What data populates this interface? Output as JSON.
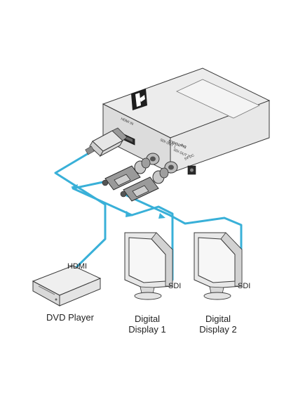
{
  "diagram": {
    "device": {
      "port_hdmi_in": "HDMI IN",
      "port_sdi_out_1": "SDI OUT 1",
      "port_sdi_out_2": "SDI OUT 2",
      "port_power": "5V DC",
      "model_text": "DigiTOOLS",
      "logo_icon": "kramer-k-logo-icon"
    },
    "labels": {
      "dvd_player": "DVD Player",
      "display1_line1": "Digital",
      "display1_line2": "Display 1",
      "display2_line1": "Digital",
      "display2_line2": "Display 2"
    },
    "cable_tags": {
      "hdmi": "HDMI",
      "sdi_1": "SDI",
      "sdi_2": "SDI"
    },
    "colors": {
      "cable": "#39b0d8",
      "device_body": "#e4e4e4",
      "outline": "#3a3a3a"
    }
  }
}
